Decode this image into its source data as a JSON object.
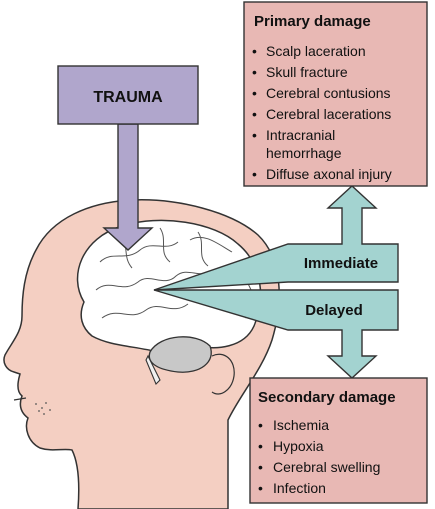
{
  "trauma_label": "TRAUMA",
  "immediate_label": "Immediate",
  "delayed_label": "Delayed",
  "primary": {
    "title": "Primary damage",
    "items": [
      "Scalp laceration",
      "Skull fracture",
      "Cerebral contusions",
      "Cerebral lacerations",
      "Intracranial",
      "hemorrhage",
      "Diffuse axonal injury"
    ]
  },
  "secondary": {
    "title": "Secondary damage",
    "items": [
      "Ischemia",
      "Hypoxia",
      "Cerebral swelling",
      "Infection"
    ]
  },
  "colors": {
    "damage_box": "#e8b8b4",
    "trauma_box": "#b0a6cc",
    "arrow_fill": "#a3d3d0",
    "skin": "#f4cfc2",
    "brain": "#ffffff",
    "cerebellum": "#c8c8c8",
    "outline": "#333333"
  }
}
